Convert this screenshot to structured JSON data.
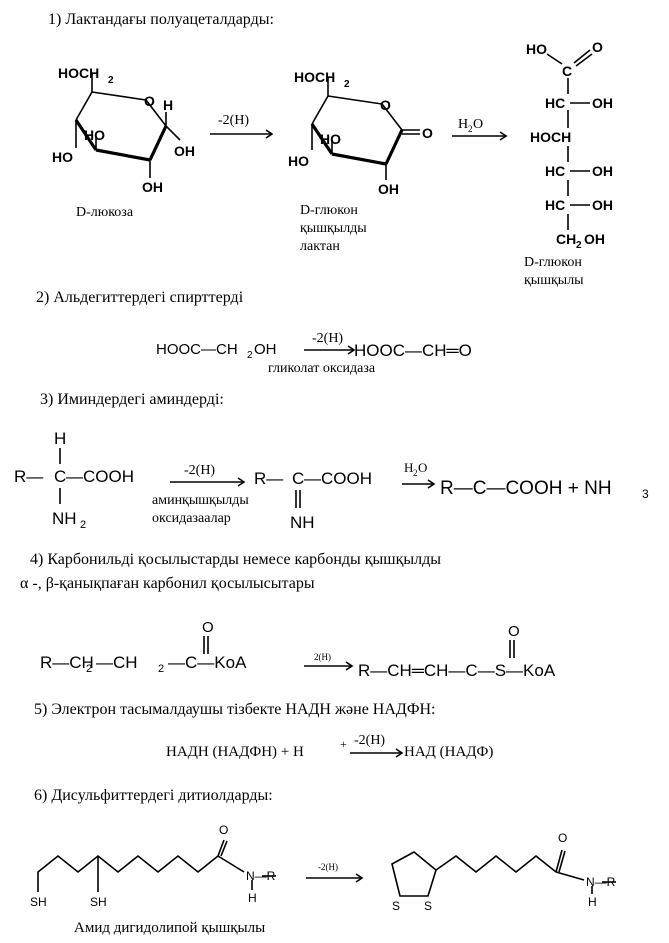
{
  "sections": [
    {
      "title": "1) Лактандағы полуацеталдарды:"
    },
    {
      "title": "2)  Альдегиттердегі спирттерді"
    },
    {
      "title": "3) Иминдердегі аминдерді:"
    },
    {
      "title": "4)  Карбонильді қосылыстарды немесе карбонды қышқылды"
    },
    {
      "title": "5)  Электрон  тасымалдаушы тізбекте НАДН және НАДФН:"
    },
    {
      "title": "6) Дисульфиттердегі  дитиолдарды:"
    }
  ],
  "s1": {
    "glucose_hoch2": "HOCH",
    "sub2": "2",
    "glucose_h": "H",
    "glucose_ho_left": "HO",
    "glucose_ho_mid": "HO",
    "glucose_oh_right": "OH",
    "glucose_oh_bottom": "OH",
    "ring_o": "O",
    "glucose_name": "D-люкоза",
    "arrow1_label": "-2(H)",
    "lactone_hoch2": "HOCH",
    "lactone_ho_left": "HO",
    "lactone_ho_mid": "HO",
    "lactone_oh_bottom": "OH",
    "lactone_carbonyl_o": "O",
    "lactone_name_1": "D-глюкон",
    "lactone_name_2": "қышқылды",
    "lactone_name_3": "лактан",
    "arrow2_label": "H",
    "water_sub": "2",
    "water_o": "O",
    "acid_ho": "HO",
    "acid_o": "O",
    "acid_c": "C",
    "acid_hc1": "HC",
    "acid_oh1": "OH",
    "acid_hoch": "HOCH",
    "acid_hc2": "HC",
    "acid_oh2": "OH",
    "acid_hc3": "HC",
    "acid_oh3": "OH",
    "acid_ch2oh": "CH",
    "acid_ch2oh_tail": "OH",
    "acid_name_1": "D-глюкон",
    "acid_name_2": "қышқылы"
  },
  "s2": {
    "left": "HOOC—CH",
    "left_sub": "2",
    "left_tail": "OH",
    "arrow_label": "-2(H)",
    "right": "HOOC—CH═O",
    "enzyme": "гликолат оксидаза"
  },
  "s3": {
    "h_top": "H",
    "r": "R—",
    "c": "C",
    "cooh": "—COOH",
    "nh2": "NH",
    "nh2_sub": "2",
    "arrow1_label": "-2(H)",
    "enzyme_1": "аминқышқылды",
    "enzyme_2": "оксидазаалар",
    "mid_r": "R—",
    "mid_c": "C",
    "mid_cooh": "—COOH",
    "nh": "NH",
    "water": "H",
    "water_sub": "2",
    "water_o": "O",
    "product": "R—C—COOH + NH",
    "product_sub": "3"
  },
  "s4": {
    "subtitle": "α -, β-қанықпаған карбонил қосылысытары",
    "left": "R—CH",
    "left_sub1": "2",
    "left_mid": "—CH",
    "left_sub2": "2",
    "left_c": "—C—KoA",
    "o_top_left": "O",
    "arrow_label": "2(H)",
    "right": "R—CH═CH—C—S—KoA",
    "o_top_right": "O"
  },
  "s5": {
    "left": "НАДН (НАДФН) + Н",
    "plus": "+",
    "arrow_label": "-2(H)",
    "right": "НАД (НАДФ)"
  },
  "s6": {
    "o_left": "O",
    "nhr_left": "N—R",
    "h_left": "H",
    "sh_1": "SH",
    "sh_2": "SH",
    "arrow_label": "-2(H)",
    "s_1": "S",
    "s_2": "S",
    "o_right": "O",
    "nhr_right": "N—R",
    "h_right": "H",
    "name": "Амид дигидолипой қышқылы"
  }
}
